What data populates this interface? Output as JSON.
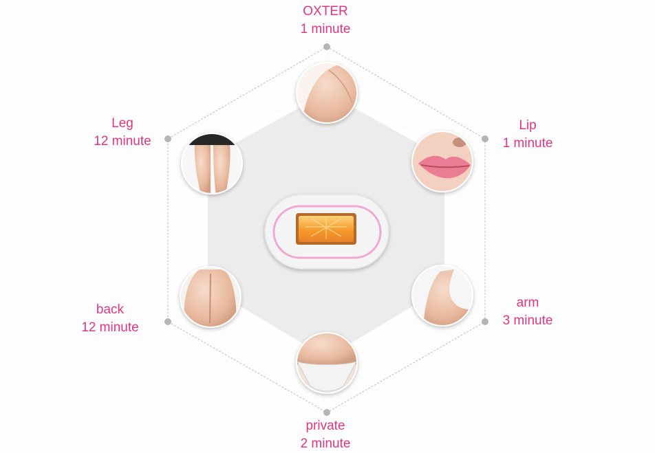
{
  "areas": [
    {
      "name": "OXTER",
      "time": "1 minute"
    },
    {
      "name": "Lip",
      "time": "1 minute"
    },
    {
      "name": "Leg",
      "time": "12 minute"
    },
    {
      "name": "arm",
      "time": "3 minute"
    },
    {
      "name": "back",
      "time": "12 minute"
    },
    {
      "name": "private",
      "time": "2 minute"
    }
  ],
  "colors": {
    "label": "#e2347f",
    "hexagon_line": "#c9c9d6",
    "hexagon_fill": "#ececec",
    "node": "#b5b5b5",
    "device_body": "#f4f4f4",
    "device_ring": "#f2a7d3",
    "device_window": "#f6a63a"
  },
  "icons": [
    "armpit-photo-icon",
    "lips-photo-icon",
    "legs-photo-icon",
    "arm-photo-icon",
    "back-photo-icon",
    "bikini-photo-icon",
    "ipl-device-icon"
  ]
}
